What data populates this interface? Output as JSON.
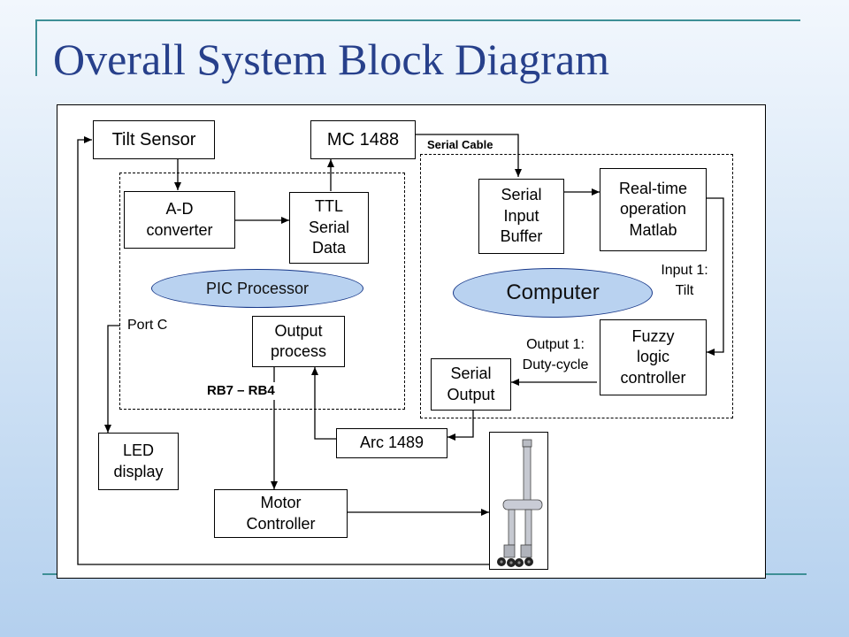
{
  "title": "Overall System Block Diagram",
  "blocks": {
    "tilt_sensor": "Tilt Sensor",
    "mc1488": "MC 1488",
    "ad_converter": "A-D\nconverter",
    "ttl_serial": "TTL\nSerial\nData",
    "output_process": "Output\nprocess",
    "led_display": "LED\ndisplay",
    "motor_controller": "Motor\nController",
    "arc1489": "Arc 1489",
    "serial_input_buffer": "Serial\nInput\nBuffer",
    "realtime_matlab": "Real-time\noperation\nMatlab",
    "fuzzy_controller": "Fuzzy\nlogic\ncontroller",
    "serial_output": "Serial\nOutput"
  },
  "groups": {
    "pic_processor": "PIC Processor",
    "computer": "Computer"
  },
  "labels": {
    "serial_cable": "Serial Cable",
    "port_c": "Port C",
    "rb7_rb4": "RB7 – RB4",
    "input1_tilt": "Input 1:\nTilt",
    "output1_duty": "Output 1:\nDuty-cycle"
  },
  "colors": {
    "title": "#27408b",
    "accent_line": "#3e8f96",
    "ellipse_fill": "#b9d2f0",
    "ellipse_border": "#1a3a8a"
  },
  "icons": {
    "robot": "balancing-robot-icon"
  }
}
